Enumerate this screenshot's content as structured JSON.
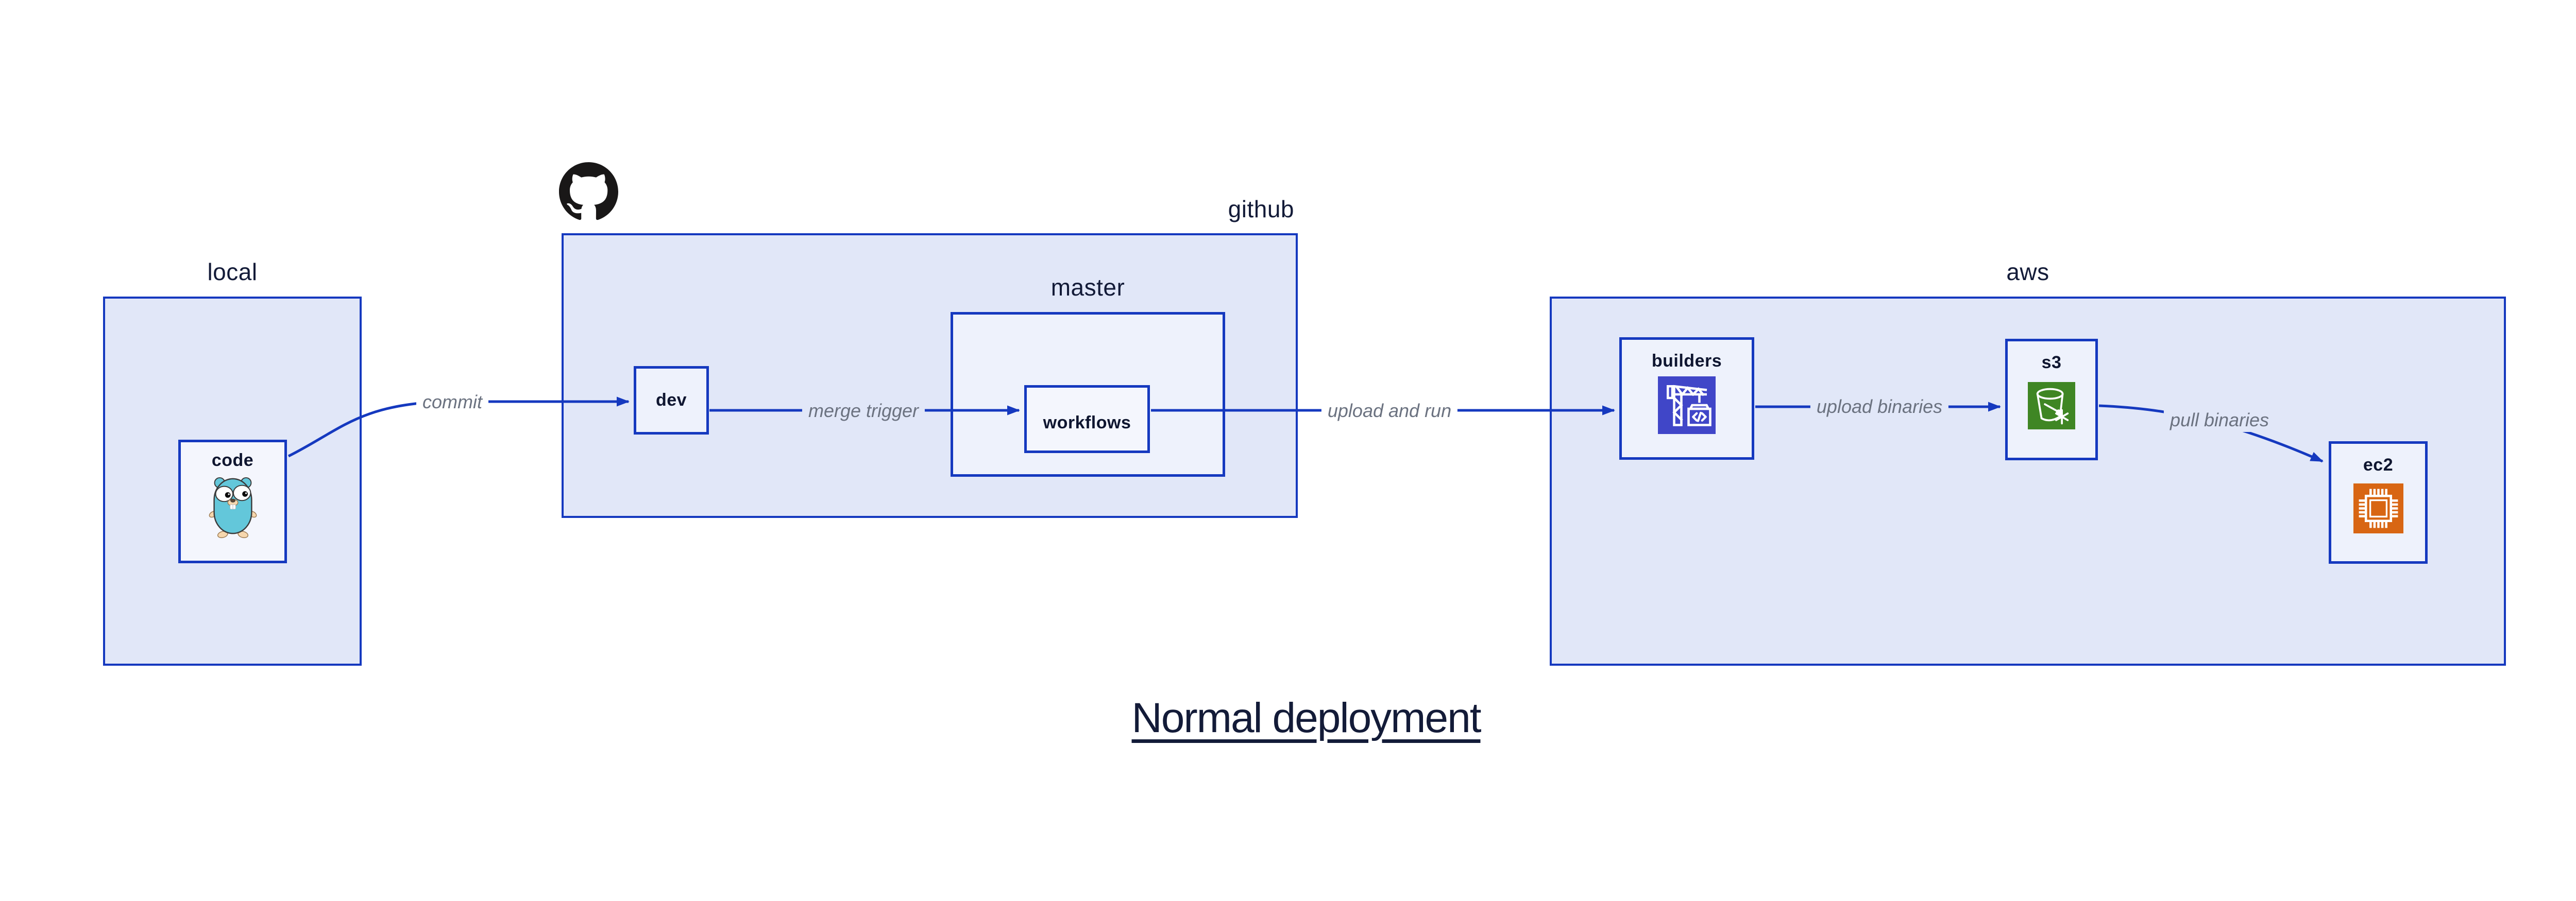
{
  "diagram": {
    "title": "Normal deployment",
    "containers": {
      "local": {
        "label": "local"
      },
      "github": {
        "label": "github"
      },
      "master": {
        "label": "master"
      },
      "aws": {
        "label": "aws"
      }
    },
    "nodes": {
      "code": {
        "label": "code",
        "icon": "go-gopher-icon"
      },
      "dev": {
        "label": "dev"
      },
      "workflows": {
        "label": "workflows"
      },
      "builders": {
        "label": "builders",
        "icon": "aws-codebuild-crane-icon"
      },
      "s3": {
        "label": "s3",
        "icon": "aws-s3-glacier-bucket-icon"
      },
      "ec2": {
        "label": "ec2",
        "icon": "aws-ec2-chip-icon"
      }
    },
    "edges": [
      {
        "from": "code",
        "to": "dev",
        "label": "commit"
      },
      {
        "from": "dev",
        "to": "workflows",
        "label": "merge trigger"
      },
      {
        "from": "workflows",
        "to": "builders",
        "label": "upload and run"
      },
      {
        "from": "builders",
        "to": "s3",
        "label": "upload binaries"
      },
      {
        "from": "s3",
        "to": "ec2",
        "label": "pull binaries"
      }
    ],
    "colors": {
      "stroke_blue": "#1539bf",
      "container_fill": "#e1e7f8",
      "node_fill": "#eef2fc",
      "inner_node_fill": "#f4f6fd",
      "edge_label_gray": "#6b7280",
      "text_navy": "#131b38",
      "github_black": "#191717",
      "codebuild_indigo": "#4046c8",
      "s3_green": "#3f8624",
      "ec2_orange": "#d86613",
      "gopher_teal": "#63c7da"
    }
  }
}
